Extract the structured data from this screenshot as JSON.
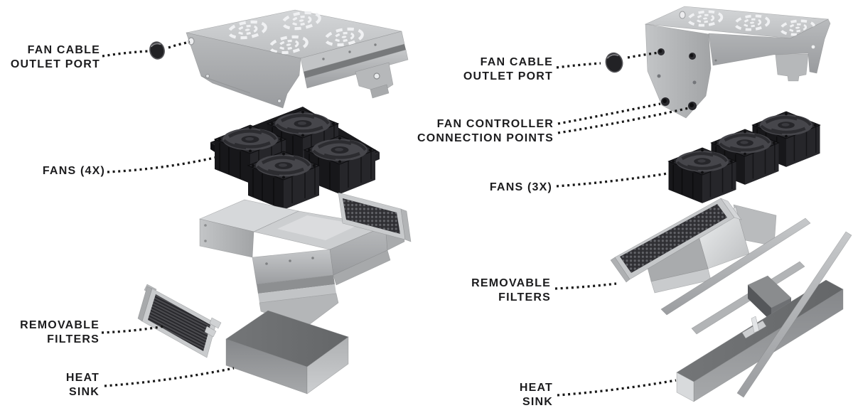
{
  "colors": {
    "background": "#ffffff",
    "text": "#1c1c1e",
    "leader_dots": "#181818",
    "metal_light": "#cdcfd1",
    "metal_mid": "#aeb0b2",
    "metal_dark": "#8e9092",
    "fan_housing": "#222226",
    "fan_blades": "#47474c",
    "filter_mesh": "#303034",
    "heatsink_top": "#6e7072",
    "plug": "#222225"
  },
  "left_view": {
    "labels": {
      "fan_cable_outlet_port": {
        "line1": "FAN CABLE",
        "line2": "OUTLET PORT"
      },
      "fans": {
        "line1": "FANS (4X)"
      },
      "removable_filters": {
        "line1": "REMOVABLE",
        "line2": "FILTERS"
      },
      "heat_sink": {
        "line1": "HEAT",
        "line2": "SINK"
      }
    }
  },
  "right_view": {
    "labels": {
      "fan_cable_outlet_port": {
        "line1": "FAN CABLE",
        "line2": "OUTLET PORT"
      },
      "fan_controller_connection_points": {
        "line1": "FAN CONTROLLER",
        "line2": "CONNECTION POINTS"
      },
      "fans": {
        "line1": "FANS (3X)"
      },
      "removable_filters": {
        "line1": "REMOVABLE",
        "line2": "FILTERS"
      },
      "heat_sink": {
        "line1": "HEAT",
        "line2": "SINK"
      }
    }
  }
}
